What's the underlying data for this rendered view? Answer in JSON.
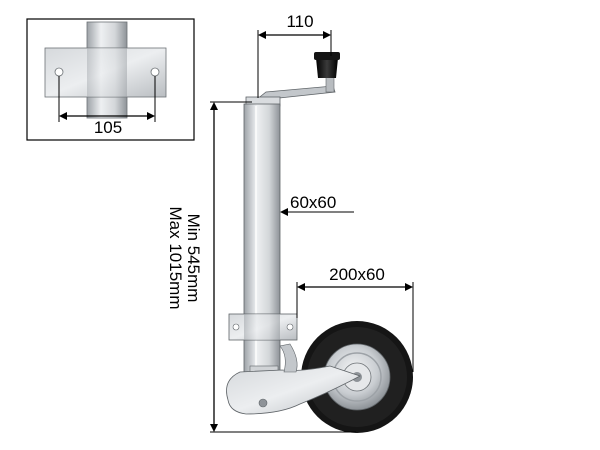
{
  "inset": {
    "hole_spacing_label": "105"
  },
  "dimensions": {
    "crank_offset_label": "110",
    "tube_size_label": "60x60",
    "wheel_size_label": "200x60",
    "height_min_label": "Min 545mm",
    "height_max_label": "Max 1015mm"
  },
  "colors": {
    "outline": "#000000",
    "metal_light": "#e4e6e8",
    "metal_mid": "#c2c6ca",
    "metal_dark": "#8e9398",
    "tyre": "#141414",
    "handle": "#0d0d0d"
  }
}
